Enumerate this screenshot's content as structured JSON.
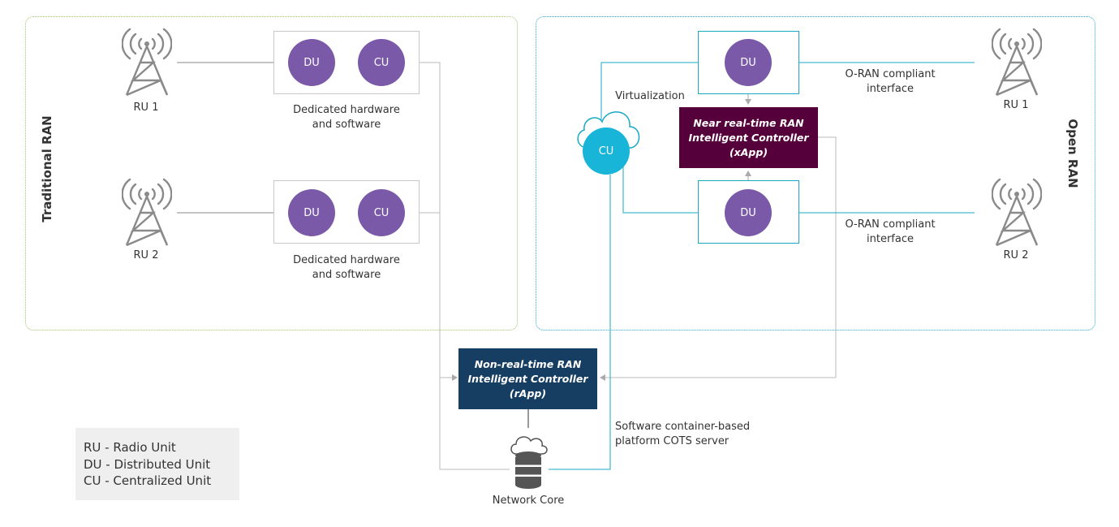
{
  "traditional": {
    "title": "Traditional RAN",
    "ru1": "RU 1",
    "ru2": "RU 2",
    "box1": {
      "du": "DU",
      "cu": "CU",
      "caption_line1": "Dedicated hardware",
      "caption_line2": "and software"
    },
    "box2": {
      "du": "DU",
      "cu": "CU",
      "caption_line1": "Dedicated hardware",
      "caption_line2": "and software"
    }
  },
  "open": {
    "title": "Open RAN",
    "ru1": "RU 1",
    "ru2": "RU 2",
    "du_top": "DU",
    "du_bottom": "DU",
    "cu": "CU",
    "virtualization": "Virtualization",
    "interface_top_line1": "O-RAN compliant",
    "interface_top_line2": "interface",
    "interface_bottom_line1": "O-RAN compliant",
    "interface_bottom_line2": "interface",
    "near_rt": {
      "line1": "Near real-time RAN",
      "line2": "Intelligent Controller",
      "line3": "(xApp)"
    }
  },
  "non_rt": {
    "line1": "Non-real-time RAN",
    "line2": "Intelligent Controller",
    "line3": "(rApp)"
  },
  "software_platform": {
    "line1": "Software container-based",
    "line2": "platform COTS server"
  },
  "network_core": "Network Core",
  "legend": [
    "RU - Radio Unit",
    "DU - Distributed Unit",
    "CU - Centralized Unit"
  ],
  "colors": {
    "du_cu_purple": "#7a5aa8",
    "cu_cloud_cyan": "#19b5d8",
    "near_rt_bg": "#55003a",
    "non_rt_bg": "#163e62",
    "traditional_border": "#9bc46a",
    "open_border": "#2aa7d6",
    "teal_line": "#19a9c5"
  }
}
